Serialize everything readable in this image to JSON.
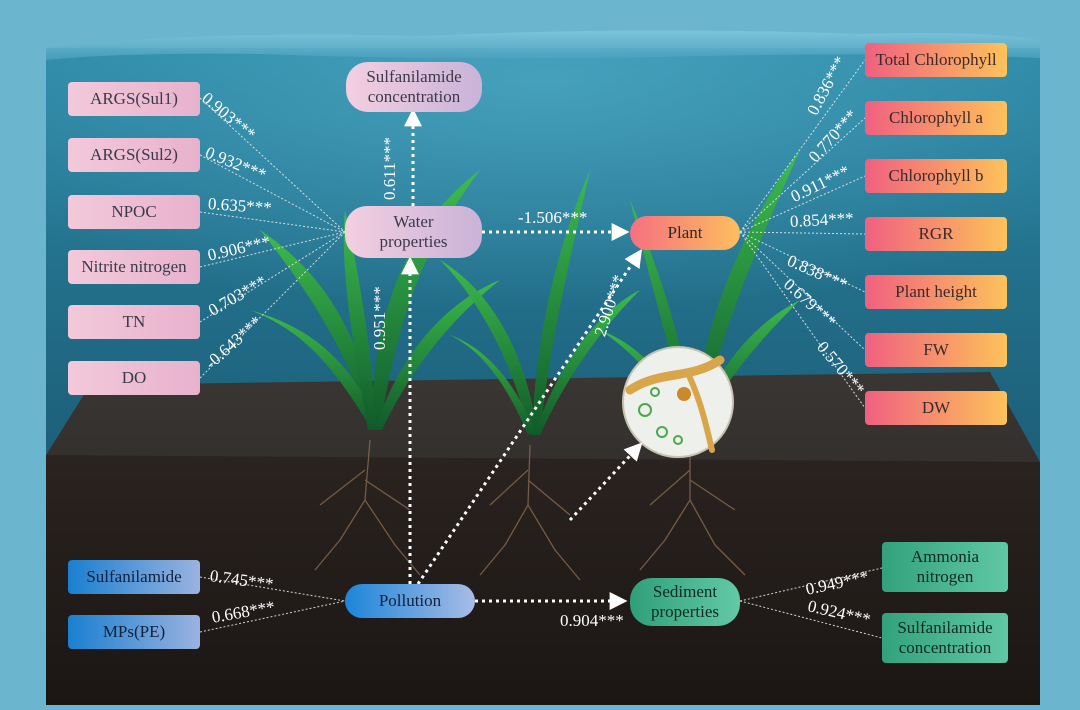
{
  "nodes": {
    "sulfanilamide_conc_water": "Sulfanilamide\nconcentration",
    "water_properties": "Water\nproperties",
    "plant": "Plant",
    "pollution": "Pollution",
    "sediment_properties": "Sediment\nproperties"
  },
  "water_indicators": [
    "ARGS(Sul1)",
    "ARGS(Sul2)",
    "NPOC",
    "Nitrite nitrogen",
    "TN",
    "DO"
  ],
  "water_loadings": [
    "0.903***",
    "0.932***",
    "0.635***",
    "0.906***",
    "0.703***",
    "-0.643***"
  ],
  "plant_indicators": [
    "Total Chlorophyll",
    "Chlorophyll a",
    "Chlorophyll b",
    "RGR",
    "Plant height",
    "FW",
    "DW"
  ],
  "plant_loadings": [
    "0.836***",
    "0.770***",
    "0.911***",
    "0.854***",
    "0.838***",
    "0.679***",
    "0.570***"
  ],
  "pollution_indicators": [
    "Sulfanilamide",
    "MPs(PE)"
  ],
  "pollution_loadings": [
    "0.745***",
    "0.668***"
  ],
  "sediment_indicators": [
    "Ammonia\nnitrogen",
    "Sulfanilamide\nconcentration"
  ],
  "sediment_loadings": [
    "0.949***",
    "0.924***"
  ],
  "paths": {
    "water_to_conc": "0.611***",
    "water_to_plant": "-1.506***",
    "pollution_to_water": "0.951***",
    "pollution_to_plant": "2.900***",
    "pollution_to_sediment": "0.904***"
  },
  "colors": {
    "water_top": "#1f6c86",
    "water_bottom": "#1c4f67",
    "sediment": "#2a2523",
    "arrow": "#ffffff"
  }
}
